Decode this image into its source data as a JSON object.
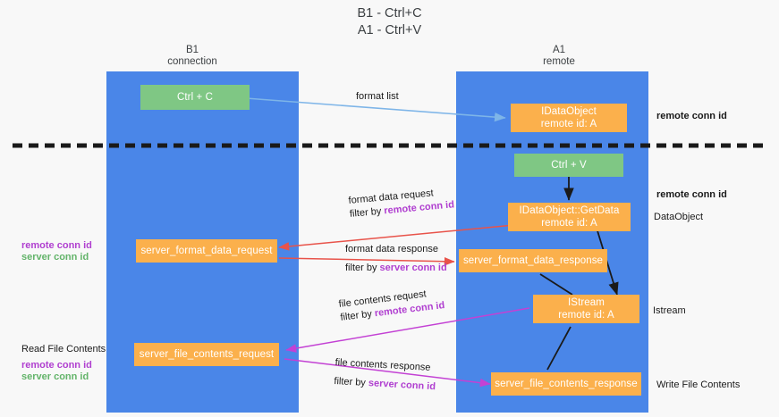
{
  "title": "B1 - Ctrl+C\nA1 - Ctrl+V",
  "columns": [
    {
      "name": "left-column",
      "header": "B1\nconnection"
    },
    {
      "name": "right-column",
      "header": "A1\nremote"
    }
  ],
  "nodes": {
    "ctrl_c": {
      "line1": "Ctrl + C",
      "line2": ""
    },
    "idataobject": {
      "line1": "IDataObject",
      "line2": "remote id: A"
    },
    "ctrl_v": {
      "line1": "Ctrl + V",
      "line2": ""
    },
    "getdata": {
      "line1": "IDataObject::GetData",
      "line2": "remote id: A"
    },
    "server_format_data_request": {
      "line1": "server_format_data_request",
      "line2": ""
    },
    "server_format_data_response": {
      "line1": "server_format_data_response",
      "line2": ""
    },
    "istream": {
      "line1": "IStream",
      "line2": "remote id: A"
    },
    "server_file_contents_request": {
      "line1": "server_file_contents_request",
      "line2": ""
    },
    "server_file_contents_response": {
      "line1": "server_file_contents_response",
      "line2": ""
    }
  },
  "edge_labels": {
    "format_list": "format list",
    "format_data_request": "format data request",
    "format_data_request_filter_prefix": "filter by ",
    "format_data_request_filter_key": "remote conn id",
    "format_data_response": "format data response",
    "format_data_response_filter_prefix": "filter by ",
    "format_data_response_filter_key": "server conn id",
    "file_contents_request": "file contents request",
    "file_contents_request_filter_prefix": "filter by ",
    "file_contents_request_filter_key": "remote conn id",
    "file_contents_response": "file contents response",
    "file_contents_response_filter_prefix": "filter by ",
    "file_contents_response_filter_key": "server conn id"
  },
  "annotations": {
    "right_remote_conn_id_top": "remote conn id",
    "right_remote_conn_id_mid": "remote conn id",
    "right_dataobject": "DataObject",
    "right_istream": "Istream",
    "right_write_file_contents": "Write File Contents",
    "left_conn_ids_mid_remote": "remote conn id",
    "left_conn_ids_mid_server": "server conn id",
    "left_read_file_contents": "Read File Contents",
    "left_conn_ids_bottom_remote": "remote conn id",
    "left_conn_ids_bottom_server": "server conn id"
  },
  "colors": {
    "lane": "#4a86e8",
    "node_green": "#7fc784",
    "node_orange": "#fbb04c",
    "accent_purple": "#b03fd0",
    "accent_green": "#63b46a",
    "arrow_blue": "#7eb5e8",
    "arrow_red": "#e8534a",
    "arrow_magenta": "#c341d4",
    "arrow_black": "#1a1a1a",
    "divider": "#1a1a1a",
    "background": "#f8f8f8"
  }
}
